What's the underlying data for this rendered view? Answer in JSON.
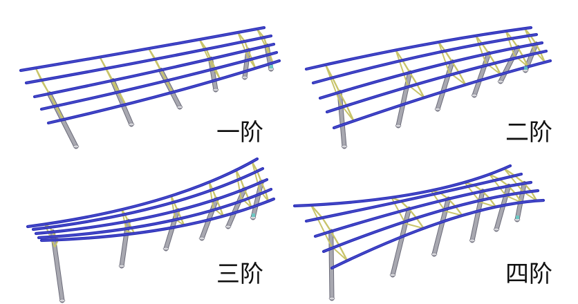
{
  "figure": {
    "panels": [
      {
        "label": "一阶"
      },
      {
        "label": "二阶"
      },
      {
        "label": "三阶"
      },
      {
        "label": "四阶"
      }
    ]
  },
  "colors": {
    "purlin": "#2b2fb8",
    "purlin_highlight": "#6d6fe0",
    "brace": "#c8c46a",
    "column": "#a8a8b0",
    "column_outline": "#6a6a78",
    "support_marker": "#5ed0c8",
    "label": "#111111"
  }
}
